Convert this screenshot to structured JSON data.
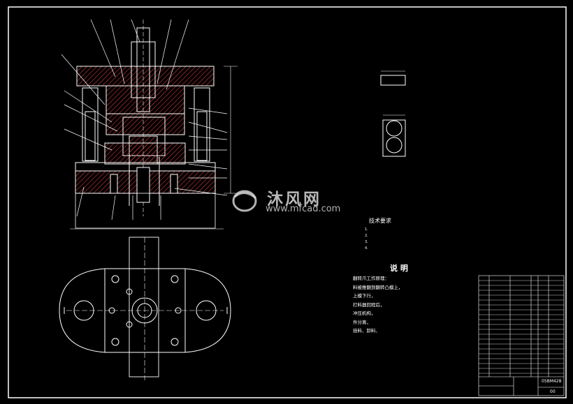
{
  "drawing": {
    "tech_req_title": "技术要求",
    "tech_req_lines": [
      "1.",
      "2.",
      "3.",
      "4."
    ],
    "explain_title": "说 明",
    "explain_lines": [
      "翻转爪工作原理：",
      "料被推翻到翻转凸模上，",
      "上模下行，",
      "打料器回程后，",
      "冲压机构，",
      "件分离，",
      "挂料、卸料、"
    ],
    "title_block": {
      "drawing_no": "05BM428",
      "sheet": "00"
    }
  },
  "watermark": {
    "brand": "沐风网",
    "url": "www.mfcad.com"
  },
  "colors": {
    "background": "#000000",
    "frame": "#ffffff",
    "section_hatch": "#ff3b3b",
    "parts": "#ffffff",
    "leaders": "#00e5ff",
    "watermark": "#dddddd"
  }
}
